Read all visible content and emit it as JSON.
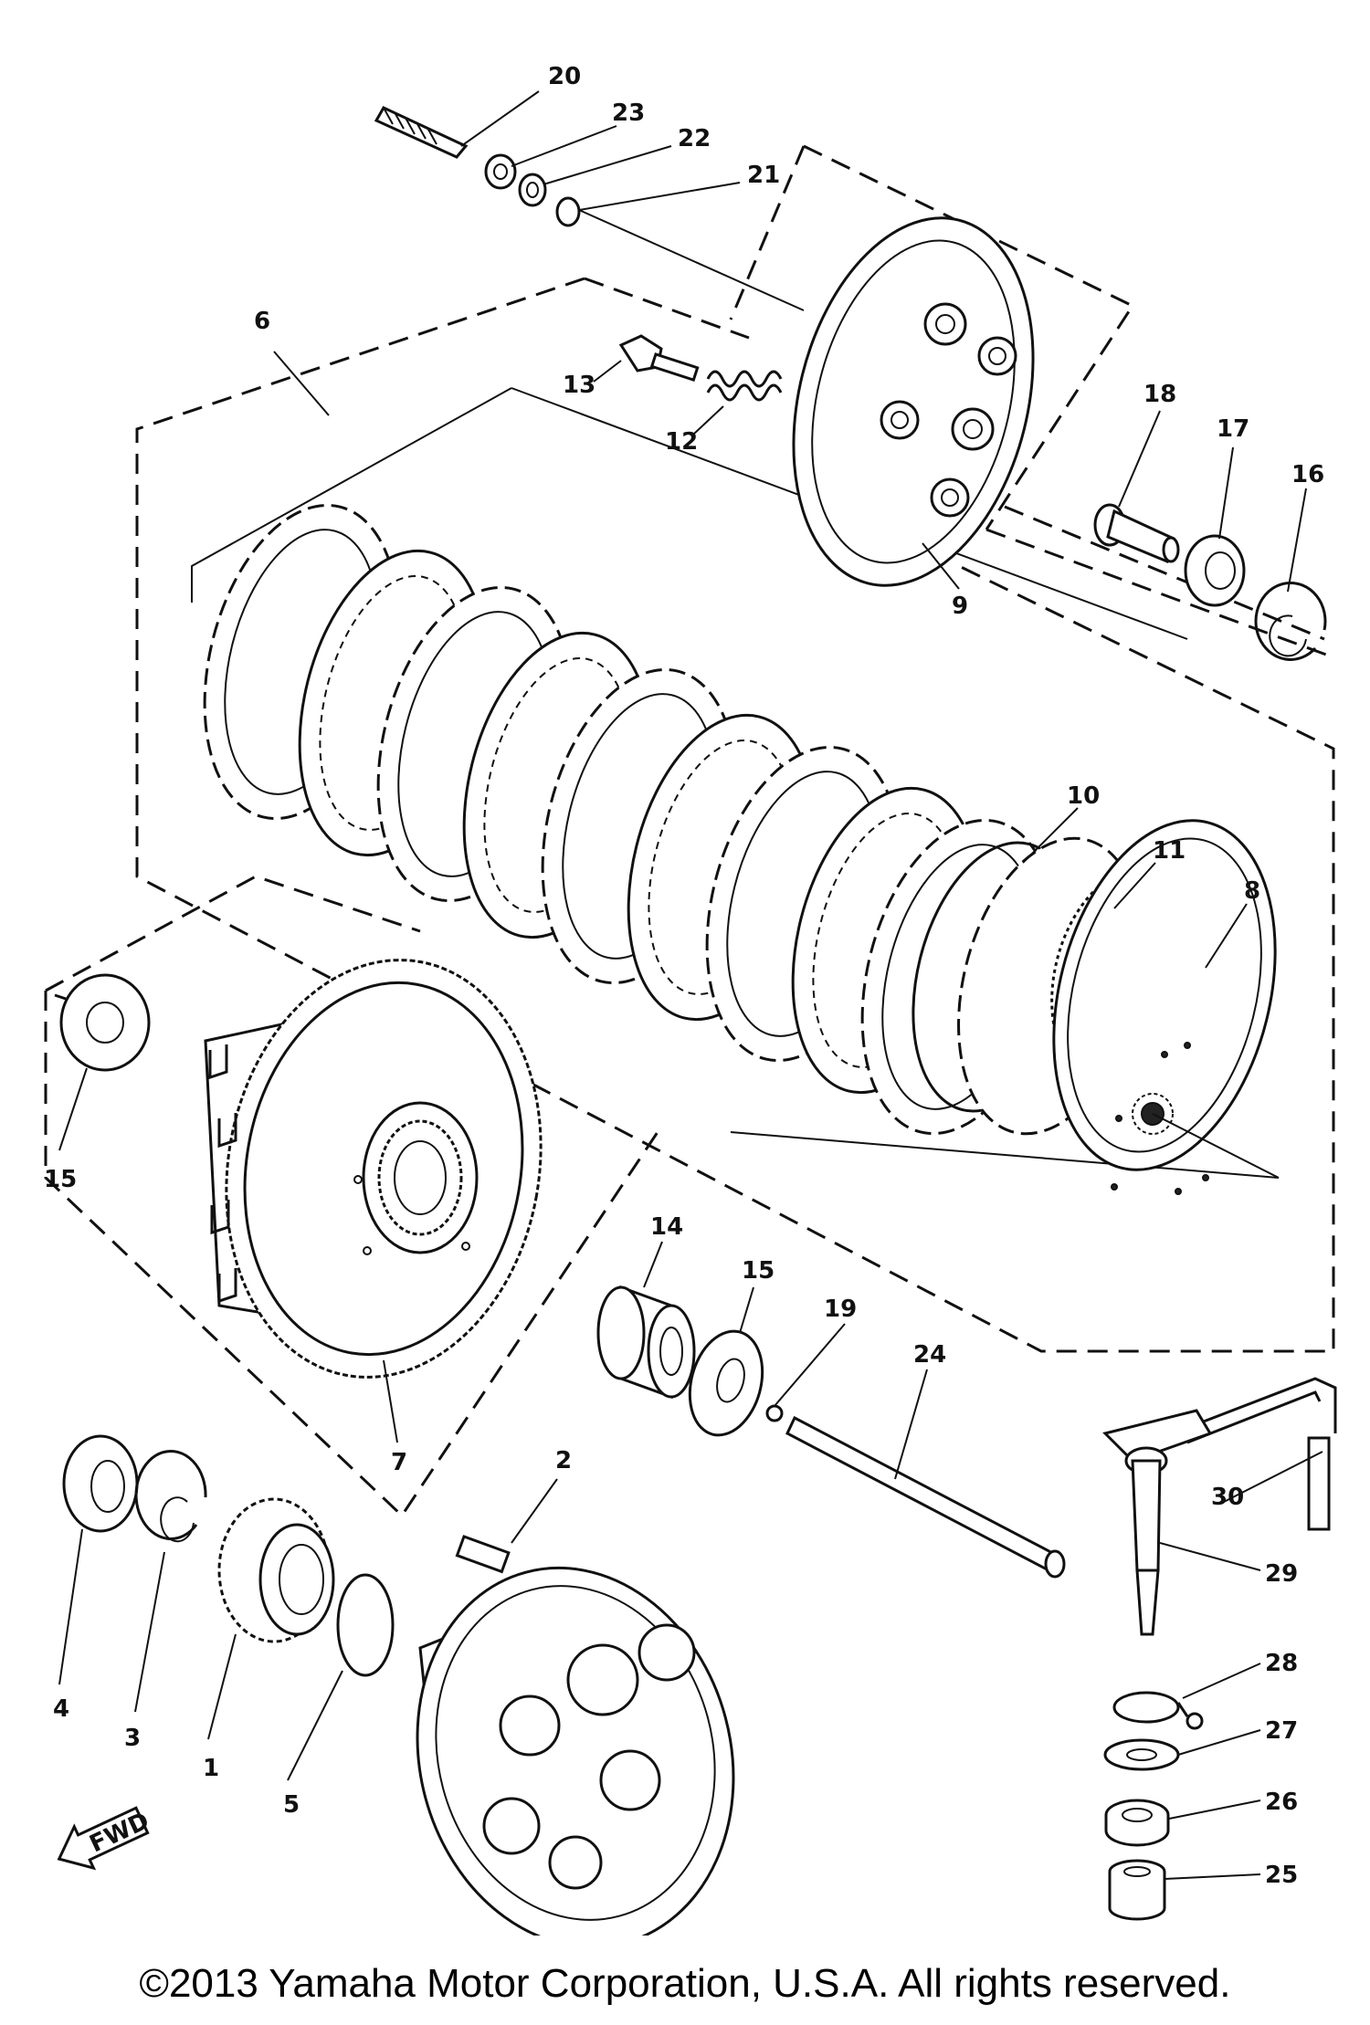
{
  "diagram": {
    "callouts": {
      "p1": "1",
      "p2": "2",
      "p3": "3",
      "p4": "4",
      "p5": "5",
      "p6": "6",
      "p7": "7",
      "p8": "8",
      "p9": "9",
      "p10": "10",
      "p11": "11",
      "p12": "12",
      "p13": "13",
      "p14": "14",
      "p15a": "15",
      "p15b": "15",
      "p16": "16",
      "p17": "17",
      "p18": "18",
      "p19": "19",
      "p20": "20",
      "p21": "21",
      "p22": "22",
      "p23": "23",
      "p24": "24",
      "p25": "25",
      "p26": "26",
      "p27": "27",
      "p28": "28",
      "p29": "29",
      "p30": "30"
    },
    "fwd_label": "FWD",
    "copyright": "©2013 Yamaha Motor Corporation, U.S.A. All rights reserved."
  }
}
